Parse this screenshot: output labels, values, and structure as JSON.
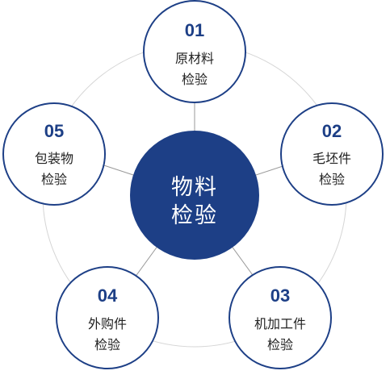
{
  "center": {
    "lines": [
      "物料",
      "检验"
    ]
  },
  "nodes": [
    {
      "number": "01",
      "lines": [
        "原材料",
        "检验"
      ]
    },
    {
      "number": "02",
      "lines": [
        "毛坯件",
        "检验"
      ]
    },
    {
      "number": "03",
      "lines": [
        "机加工件",
        "检验"
      ]
    },
    {
      "number": "04",
      "lines": [
        "外购件",
        "检验"
      ]
    },
    {
      "number": "05",
      "lines": [
        "包装物",
        "检验"
      ]
    }
  ],
  "colors": {
    "primary": "#1d3f86",
    "ring": "#d5d5d5",
    "spoke": "#9a9a9a",
    "node_fill": "#ffffff",
    "number": "#1d3f86",
    "label": "#222222",
    "center_text": "#ffffff"
  }
}
